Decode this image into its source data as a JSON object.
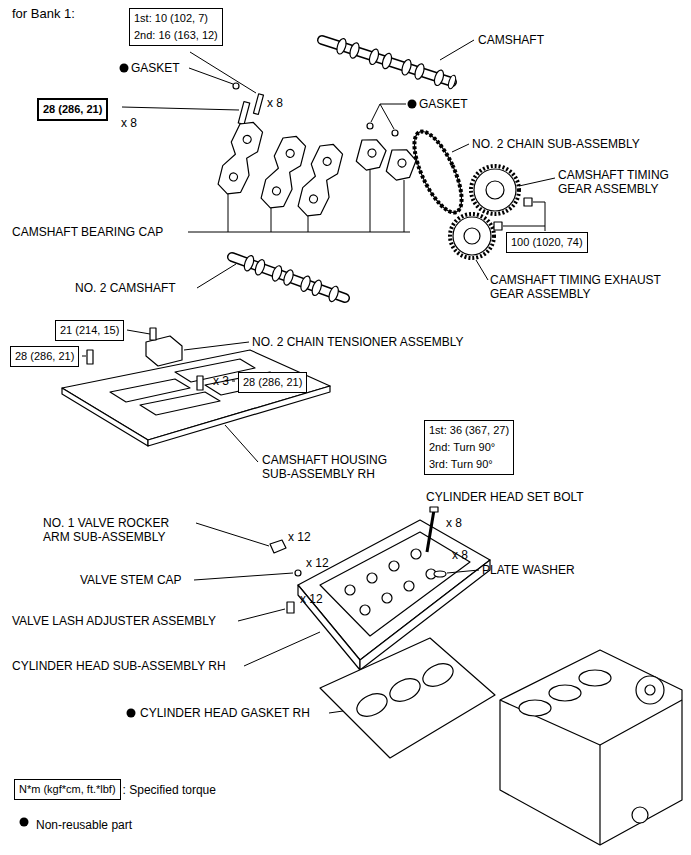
{
  "diagram": {
    "title": "for Bank 1:",
    "nodes": [
      {
        "text": [
          "1st: 10 (102, 7)",
          "2nd: 16 (163, 12)"
        ]
      },
      {
        "text": [
          "28 (286, 21)"
        ]
      },
      {
        "text": [
          "100 (1020, 74)"
        ]
      },
      {
        "text": [
          "21 (214, 15)"
        ]
      },
      {
        "text": [
          "28 (286, 21)"
        ]
      },
      {
        "text": [
          "28 (286, 21)"
        ]
      },
      {
        "text": [
          "1st: 36 (367, 27)",
          "2nd: Turn 90°",
          "3rd: Turn 90°"
        ]
      },
      {
        "text": [
          "N*m (kgf*cm, ft.*lbf)"
        ]
      }
    ],
    "edges": [],
    "labels": [
      "CAMSHAFT",
      "GASKET",
      "x 8",
      "x 8",
      "GASKET",
      "NO. 2 CHAIN SUB-ASSEMBLY",
      "CAMSHAFT TIMING GEAR ASSEMBLY",
      "CAMSHAFT BEARING CAP",
      "NO. 2 CAMSHAFT",
      "CAMSHAFT TIMING EXHAUST GEAR ASSEMBLY",
      "NO. 2 CHAIN TENSIONER ASSEMBLY",
      "x 3",
      "CAMSHAFT HOUSING SUB-ASSEMBLY RH",
      "CYLINDER HEAD SET BOLT",
      "NO. 1 VALVE ROCKER ARM SUB-ASSEMBLY",
      "x 8",
      "x 12",
      "VALVE STEM CAP",
      "x 12",
      "PLATE WASHER",
      "x 8",
      "x 12",
      "VALVE LASH ADJUSTER ASSEMBLY",
      "CYLINDER HEAD SUB-ASSEMBLY RH",
      "CYLINDER HEAD GASKET RH",
      ": Specified torque"
    ],
    "legend": [
      {
        "text": "Non-reusable part"
      }
    ]
  }
}
